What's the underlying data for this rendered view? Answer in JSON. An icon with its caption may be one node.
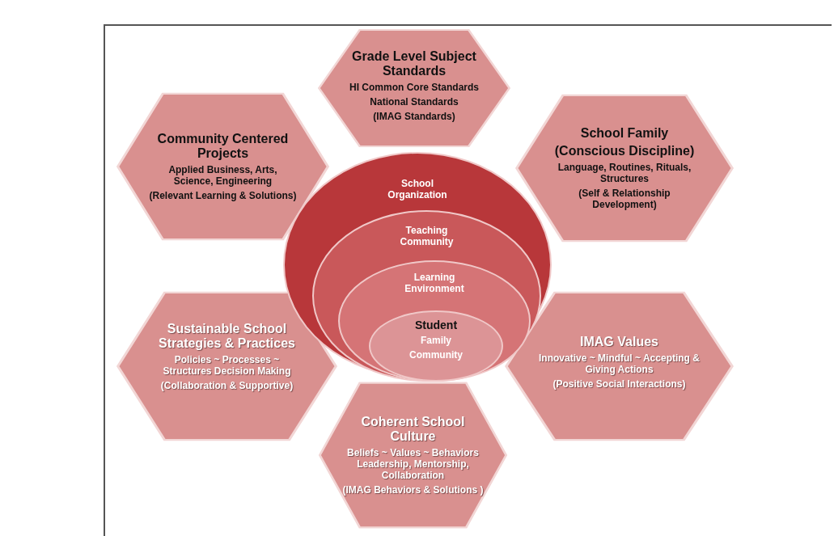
{
  "diagram": {
    "nodes": [
      {
        "text": [
          "Grade Level Subject Standards",
          "HI Common Core Standards",
          "National Standards",
          "(IMAG Standards)"
        ]
      },
      {
        "text": [
          "Community Centered Projects",
          "Applied Business, Arts, Science, Engineering",
          "(Relevant Learning & Solutions)"
        ]
      },
      {
        "text": [
          "School Family",
          "(Conscious Discipline)",
          "Language, Routines, Rituals, Structures",
          "(Self & Relationship Development)"
        ]
      },
      {
        "text": [
          "School Organization"
        ]
      },
      {
        "text": [
          "Teaching Community"
        ],
        "in": 3
      },
      {
        "text": [
          "Learning Environment"
        ],
        "in": 4
      },
      {
        "text": [
          "Student",
          "Family",
          "Community"
        ],
        "in": 5
      },
      {
        "text": [
          "Sustainable School Strategies & Practices",
          "Policies ~ Processes ~  Structures Decision Making",
          "(Collaboration & Supportive)"
        ]
      },
      {
        "text": [
          "IMAG Values",
          "Innovative ~ Mindful ~ Accepting & Giving Actions",
          "(Positive Social Interactions)"
        ]
      },
      {
        "text": [
          "Coherent School Culture",
          "Beliefs ~ Values ~ Behaviors Leadership, Mentorship, Collaboration",
          "(IMAG Behaviors & Solutions )"
        ]
      }
    ]
  }
}
